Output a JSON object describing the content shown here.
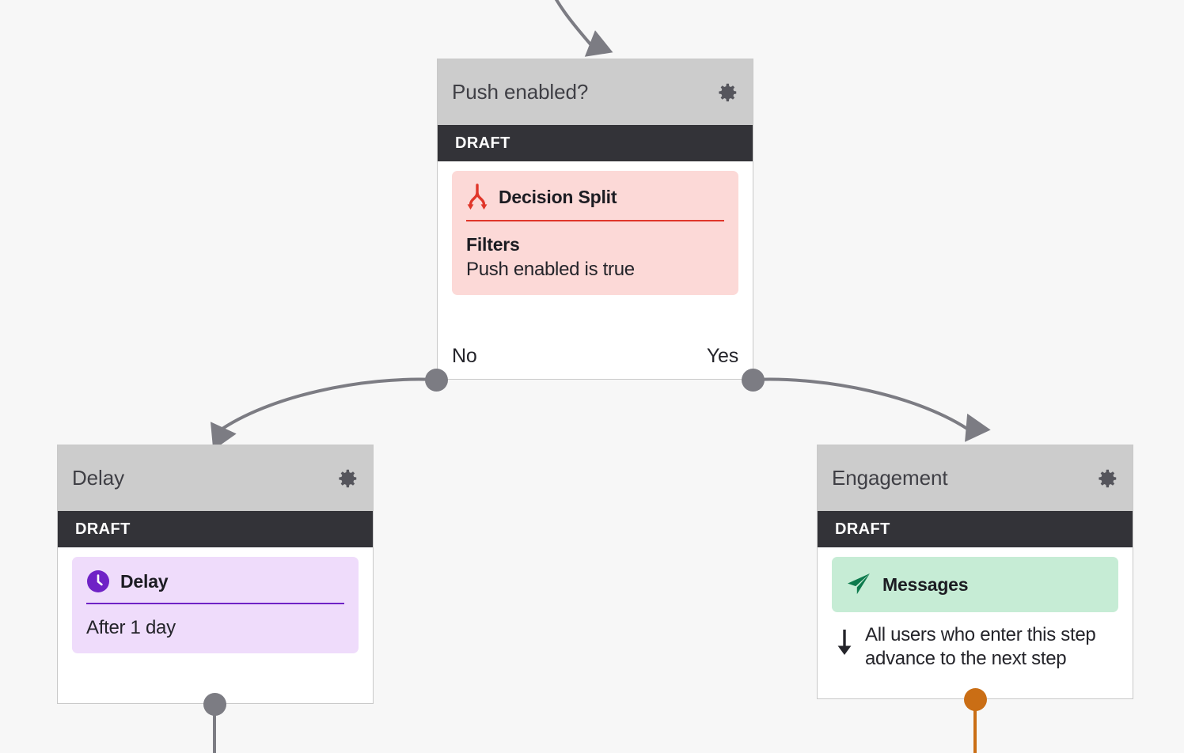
{
  "canvas": {
    "background_color": "#f7f7f7",
    "edge_color": "#7c7c83",
    "handle_color": "#7c7c83",
    "handle_active_color": "#ca6e15"
  },
  "nodes": [
    {
      "id": "push-enabled",
      "title": "Push enabled?",
      "status": "DRAFT",
      "gear_icon": "gear-icon",
      "chip": {
        "icon": "decision-split-icon",
        "title": "Decision Split",
        "accent_color": "#e0362a",
        "background_color": "#fcd9d7",
        "sub_heading": "Filters",
        "sub_text": "Push enabled is true"
      },
      "branches": {
        "left_label": "No",
        "right_label": "Yes"
      }
    },
    {
      "id": "delay",
      "title": "Delay",
      "status": "DRAFT",
      "gear_icon": "gear-icon",
      "chip": {
        "icon": "clock-icon",
        "title": "Delay",
        "accent_color": "#6f22c6",
        "background_color": "#efdcfb",
        "sub_text": "After 1 day"
      }
    },
    {
      "id": "engagement",
      "title": "Engagement",
      "status": "DRAFT",
      "gear_icon": "gear-icon",
      "chip": {
        "icon": "paper-plane-icon",
        "title": "Messages",
        "accent_color": "#0d7a4d",
        "background_color": "#c6ecd5"
      },
      "advance_note": {
        "icon": "arrow-down-icon",
        "text": "All users who enter this step advance to the next step"
      }
    }
  ]
}
